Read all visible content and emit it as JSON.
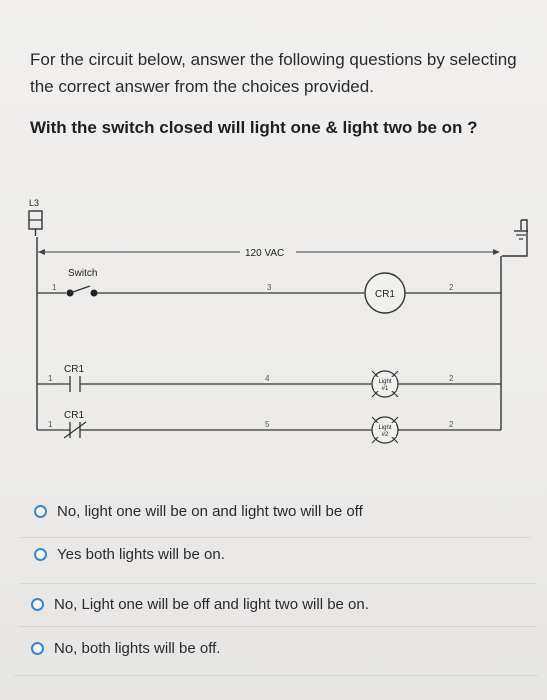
{
  "prompt": "For the circuit below, answer the following questions by selecting the correct answer from the choices provided.",
  "question": "With the switch closed will light one & light two be on ?",
  "diagram": {
    "left_terminal": "L3",
    "voltage": "120 VAC",
    "switch_label": "Switch",
    "relay_coil": "CR1",
    "contact_no": "CR1",
    "contact_nc": "CR1",
    "light_one_line1": "Light",
    "light_one_line2": "#1",
    "light_two_line1": "Light",
    "light_two_line2": "#2",
    "wire_left": "1",
    "wire_row1_mid": "3",
    "wire_row2_mid": "4",
    "wire_row3_mid": "5",
    "wire_right": "2"
  },
  "options": [
    "No, light one will be on and light two will be off",
    "Yes both lights will be on.",
    "No, Light one will be off and light two will be on.",
    "No, both lights will be off."
  ]
}
